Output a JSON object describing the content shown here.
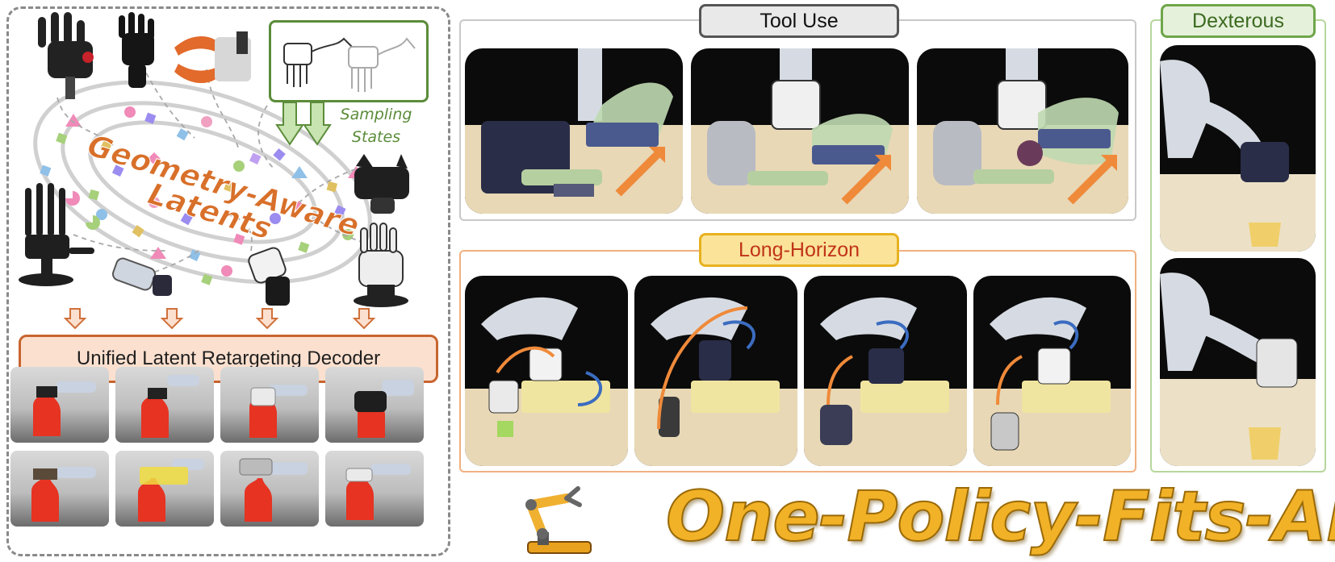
{
  "left_panel": {
    "latent_title_line1": "Geometry-Aware",
    "latent_title_line2": "Latents",
    "sampling_line1": "Sampling",
    "sampling_line2": "States",
    "decoder_label": "Unified Latent Retargeting Decoder"
  },
  "sections": {
    "tool_use": "Tool Use",
    "long_horizon": "Long-Horizon",
    "dexterous": "Dexterous"
  },
  "banner": {
    "text": "One-Policy-Fits-All",
    "icon": "robot-arm-icon"
  },
  "colors": {
    "latent_text": "#d8702a",
    "sampling_green": "#5b8c3a",
    "decoder_fill": "#fbe0cf",
    "decoder_border": "#c8642f",
    "banner_gold": "#f2b227",
    "tool_use_border": "#555555",
    "long_horizon_fill": "#fbe39a",
    "long_horizon_text": "#c03418",
    "dexterous_border": "#6fa64a"
  }
}
